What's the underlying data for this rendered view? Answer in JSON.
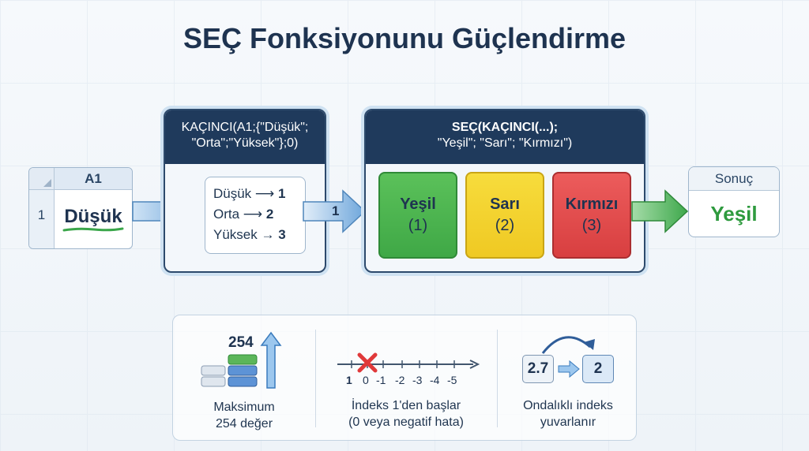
{
  "title": "SEÇ Fonksiyonunu Güçlendirme",
  "cell": {
    "column": "A1",
    "row": "1",
    "value": "Düşük"
  },
  "match_box": {
    "header_line1": "KAÇINCI(A1;{\"Düşük\";",
    "header_line2": "\"Orta\";\"Yüksek\"};0)",
    "items": [
      {
        "label": "Düşük",
        "num": "1"
      },
      {
        "label": "Orta",
        "num": "2"
      },
      {
        "label": "Yüksek",
        "num": "3"
      }
    ]
  },
  "arrow_value": "1",
  "choose_box": {
    "header_line1": "SEÇ(KAÇINCI(...);",
    "header_line2": "\"Yeşil\"; \"Sarı\"; \"Kırmızı\")",
    "options": [
      {
        "name": "Yeşil",
        "index": "(1)",
        "color": "#4bb44f"
      },
      {
        "name": "Sarı",
        "index": "(2)",
        "color": "#f2d02c"
      },
      {
        "name": "Kırmızı",
        "index": "(3)",
        "color": "#e04a4b"
      }
    ]
  },
  "result": {
    "label": "Sonuç",
    "value": "Yeşil"
  },
  "notes": {
    "max": {
      "number": "254",
      "caption_line1": "Maksimum",
      "caption_line2": "254 değer"
    },
    "index": {
      "ticks": [
        "1",
        "0",
        "-1",
        "-2",
        "-3",
        "-4",
        "-5"
      ],
      "caption_line1": "İndeks 1'den başlar",
      "caption_line2": "(0 veya negatif hata)"
    },
    "decimal": {
      "from": "2.7",
      "to": "2",
      "caption_line1": "Ondalıklı indeks",
      "caption_line2": "yuvarlanır"
    }
  },
  "colors": {
    "navy": "#1f3a5c",
    "arrow_blue": "#7fb2e0",
    "arrow_green": "#4cb85a",
    "result_green": "#2e9a3e",
    "error_red": "#e0393a"
  }
}
